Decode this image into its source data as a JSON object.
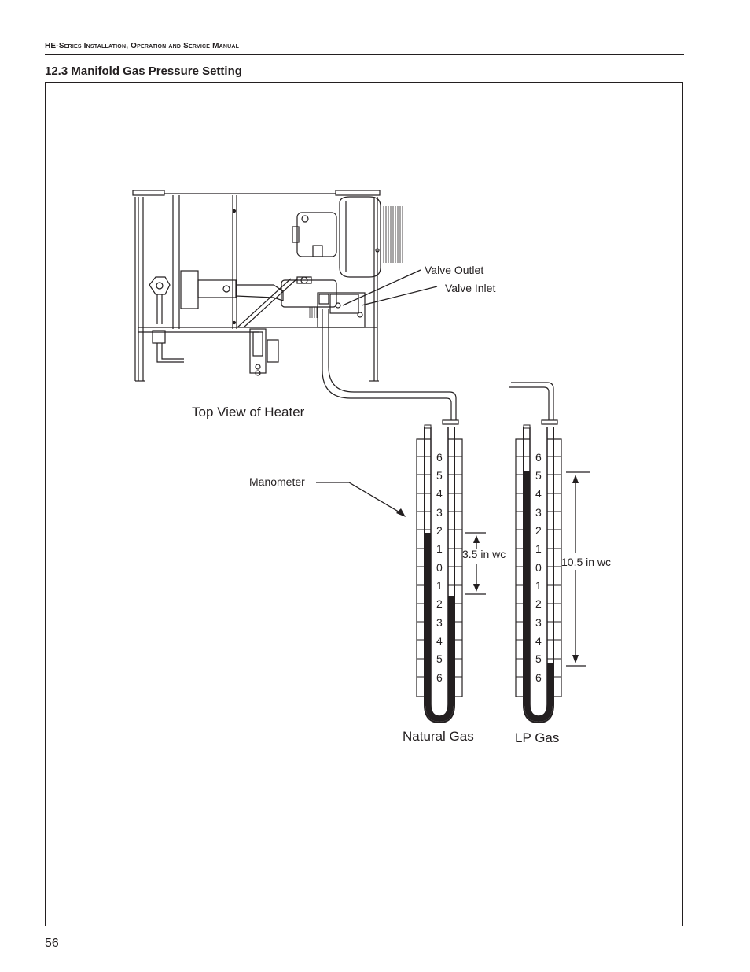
{
  "header": {
    "running_title": "HE-Series Installation, Operation and Service Manual"
  },
  "section": {
    "title": "12.3 Manifold Gas Pressure Setting"
  },
  "figure": {
    "heater_caption": "Top View of Heater",
    "callouts": {
      "valve_outlet": "Valve Outlet",
      "valve_inlet": "Valve Inlet",
      "manometer": "Manometer"
    },
    "scale_labels": [
      "6",
      "5",
      "4",
      "3",
      "2",
      "1",
      "0",
      "1",
      "2",
      "3",
      "4",
      "5",
      "6"
    ],
    "manometers": [
      {
        "caption": "Natural Gas",
        "reading": "3.5 in wc"
      },
      {
        "caption": "LP Gas",
        "reading": "10.5 in wc"
      }
    ]
  },
  "footer": {
    "page_number": "56"
  }
}
